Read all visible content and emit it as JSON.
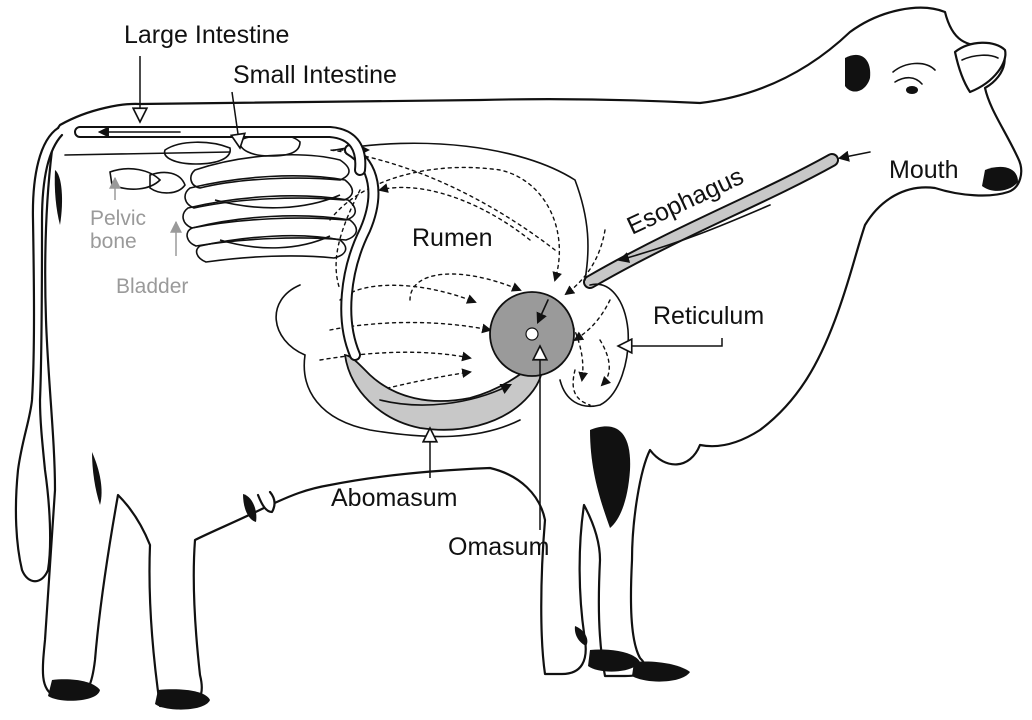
{
  "labels": {
    "large_intestine": "Large Intestine",
    "small_intestine": "Small Intestine",
    "mouth": "Mouth",
    "esophagus": "Esophagus",
    "rumen": "Rumen",
    "reticulum": "Reticulum",
    "pelvic_bone_line1": "Pelvic",
    "pelvic_bone_line2": "bone",
    "bladder": "Bladder",
    "abomasum": "Abomasum",
    "omasum": "Omasum"
  },
  "colors": {
    "outline": "#111111",
    "organ_fill": "#c8c8c8",
    "omasum_fill": "#9a9a9a",
    "secondary_label": "#9a9a9a",
    "background": "#ffffff"
  }
}
